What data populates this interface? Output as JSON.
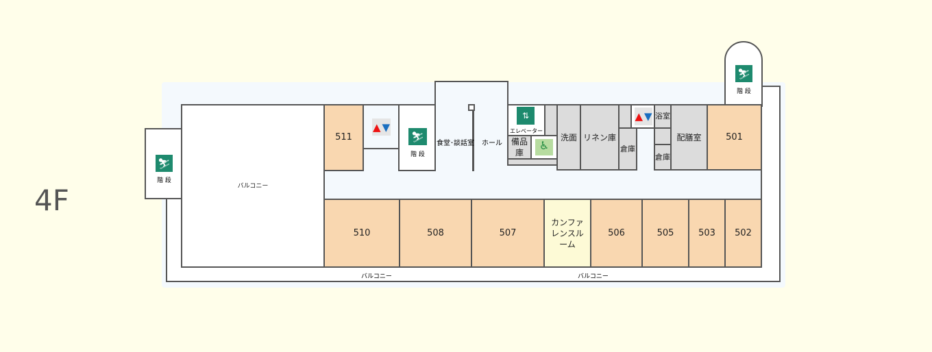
{
  "floor": "4F",
  "labels": {
    "balcony": "バルコニー",
    "stairs": "階 段",
    "elevator": "エレベーター",
    "dining": "食堂･談話室",
    "hall": "ホール",
    "storage_equip": "備品庫",
    "washroom": "洗面",
    "linen": "リネン庫",
    "storage": "倉庫",
    "bath": "浴室",
    "pantry": "配膳室",
    "conference": "カンファレンスルーム"
  },
  "rooms": {
    "r511": "511",
    "r510": "510",
    "r508": "508",
    "r507": "507",
    "r506": "506",
    "r505": "505",
    "r503": "503",
    "r502": "502",
    "r501": "501"
  },
  "colors": {
    "guest_room": "#f9d7b0",
    "service": "#dcdcdc",
    "stairs_sign": "#1e8a6e",
    "accessible": "#b7dca0"
  }
}
